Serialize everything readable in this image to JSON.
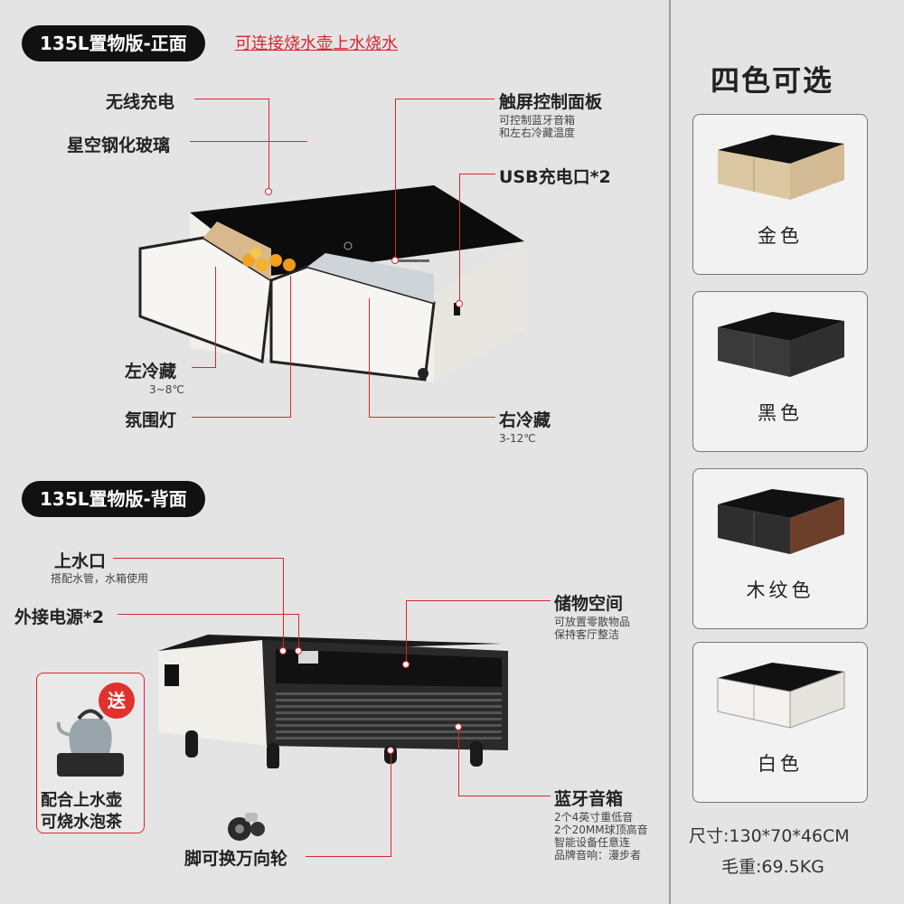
{
  "front": {
    "title": "135L置物版-正面",
    "note": "可连接烧水壶上水烧水",
    "labels": {
      "wireless": "无线充电",
      "glass": "星空钢化玻璃",
      "touch": "触屏控制面板",
      "touch_sub1": "可控制蓝牙音箱",
      "touch_sub2": "和左右冷藏温度",
      "usb": "USB充电口*2",
      "left_cold": "左冷藏",
      "left_temp": "3~8℃",
      "ambient": "氛围灯",
      "right_cold": "右冷藏",
      "right_temp": "3-12℃"
    }
  },
  "back": {
    "title": "135L置物版-背面",
    "labels": {
      "water": "上水口",
      "water_sub": "搭配水管，水箱使用",
      "power": "外接电源*2",
      "storage": "储物空间",
      "storage_sub1": "可放置零散物品",
      "storage_sub2": "保持客厅整洁",
      "speaker": "蓝牙音箱",
      "speaker_sub1": "2个4英寸重低音",
      "speaker_sub2": "2个20MM球顶高音",
      "speaker_sub3": "智能设备任意连",
      "speaker_sub4": "品牌音响：漫步者",
      "wheels": "脚可换万向轮",
      "gift_badge": "送",
      "gift_line1": "配合上水壶",
      "gift_line2": "可烧水泡茶"
    }
  },
  "colors": {
    "title": "四色可选",
    "options": [
      {
        "name": "金色",
        "accent": "#d9c4a2"
      },
      {
        "name": "黑色",
        "accent": "#3a3a3a"
      },
      {
        "name": "木纹色",
        "accent": "#6b3f2a"
      },
      {
        "name": "白色",
        "accent": "#f4f2ee"
      }
    ]
  },
  "specs": {
    "size": "尺寸:130*70*46CM",
    "weight": "毛重:69.5KG"
  }
}
